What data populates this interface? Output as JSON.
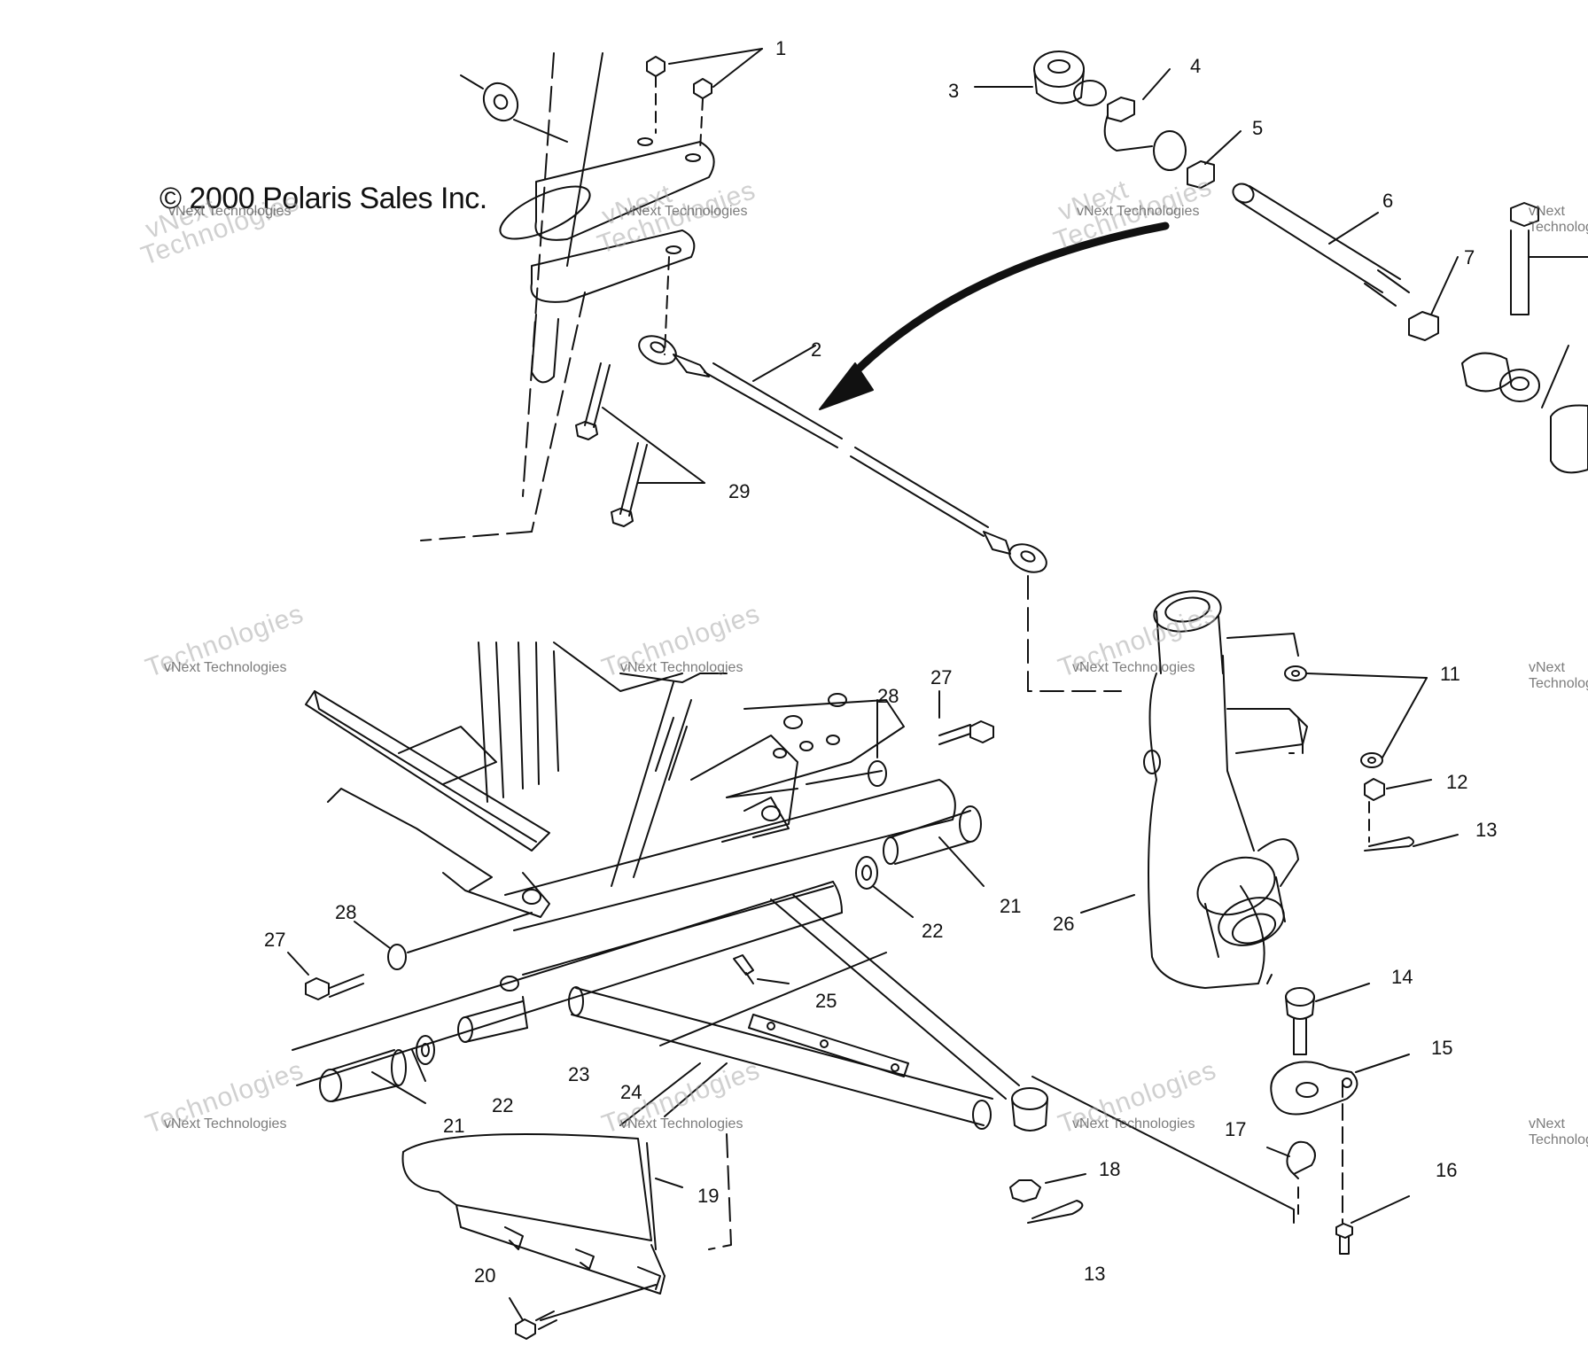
{
  "copyright": "© 2000 Polaris Sales Inc.",
  "watermark": {
    "line1": "vNext Technologies",
    "line2": "vNext",
    "line3": "Technologies"
  },
  "callouts": [
    "1",
    "2",
    "3",
    "4",
    "5",
    "6",
    "7",
    "11",
    "12",
    "13",
    "13",
    "14",
    "15",
    "16",
    "17",
    "18",
    "19",
    "20",
    "21",
    "21",
    "22",
    "22",
    "23",
    "24",
    "25",
    "26",
    "27",
    "27",
    "28",
    "28",
    "29"
  ]
}
